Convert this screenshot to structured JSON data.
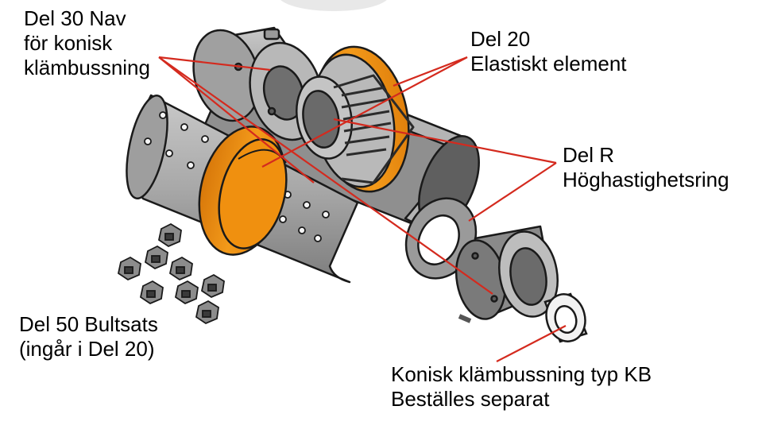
{
  "labels": {
    "hub": [
      "Del 30 Nav",
      "för konisk",
      "klämbussning"
    ],
    "element": [
      "Del 20",
      "Elastiskt element"
    ],
    "ring": [
      "Del R",
      "Höghastighetsring"
    ],
    "bolts": [
      "Del 50 Bultsats",
      "(ingår i Del 20)"
    ],
    "bushing": [
      "Konisk klämbussning typ KB",
      "Beställes separat"
    ]
  },
  "colors": {
    "accent_orange": "#f0900f",
    "leader_red": "#d42a1e",
    "metal_gray": "#a9a9a9",
    "dark_gray": "#6e6e6e",
    "outline": "#1a1a1a"
  }
}
